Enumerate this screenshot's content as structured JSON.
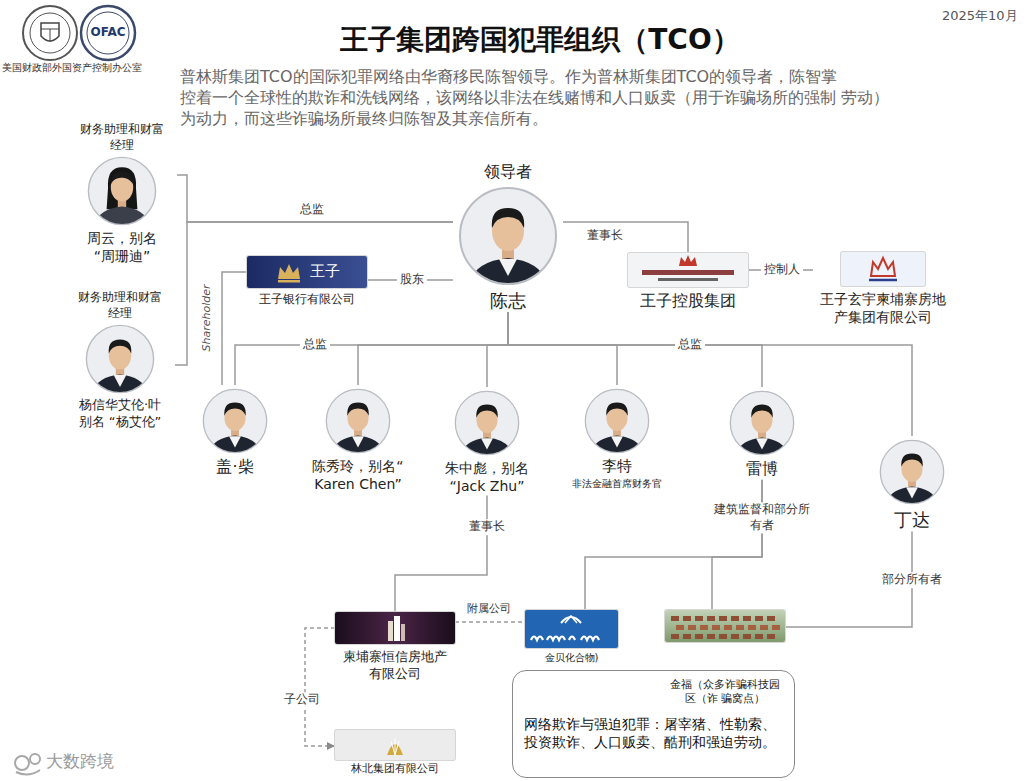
{
  "diagram": {
    "title": "王子集团跨国犯罪组织（TCO）",
    "caption": "普林斯集团TCO的国际犯罪网络由华裔移民陈智领导。作为普林斯集团TCO的领导者，陈智掌 控着一个全球性的欺诈和洗钱网络，该网络以非法在线赌博和人口贩卖（用于诈骗场所的强制 劳动）为动力，而这些诈骗场所最终归陈智及其亲信所有。",
    "nodes": [
      {
        "text": [
          "财务助理和财富 经理",
          "周云，别名 “周珊迪”"
        ]
      },
      {
        "text": [
          "领导者",
          "陈志"
        ]
      },
      {
        "text": [
          "王子",
          "王子银行有限公司"
        ]
      },
      {
        "text": [
          "王子控股集团"
        ]
      },
      {
        "text": [
          "王子玄宇柬埔寨房地 产集团有限公司"
        ]
      },
      {
        "text": [
          "财务助理和财富 经理",
          "杨信华艾伦·叶 别名 “杨艾伦”"
        ]
      },
      {
        "text": [
          "盖·柴"
        ]
      },
      {
        "text": [
          "陈秀玲，别名“ Karen Chen”"
        ]
      },
      {
        "text": [
          "朱中彪，别名 “Jack Zhu”"
        ]
      },
      {
        "text": [
          "李特",
          "非法金融首席财务官"
        ]
      },
      {
        "text": [
          "雷博"
        ]
      },
      {
        "text": [
          "丁达"
        ]
      },
      {
        "text": [
          "柬埔寨恒信房地产 有限公司"
        ]
      },
      {
        "text": [
          "金贝化合物)"
        ]
      },
      {
        "text": [
          "金福（众多诈骗科技园区（诈 骗窝点）"
        ]
      },
      {
        "text": [
          "网络欺诈与强迫犯罪：屠宰猪、性勒索、 投资欺诈、人口贩卖、酷刑和强迫劳动。"
        ]
      },
      {
        "text": [
          "林北集团有限公司"
        ]
      }
    ],
    "edges": [
      {
        "from": 0,
        "to": 1,
        "label": "总监",
        "arrow": "none"
      },
      {
        "from": 5,
        "to": 1,
        "arrow": "none"
      },
      {
        "from": 1,
        "to": 2,
        "label": "股东",
        "arrow": "none"
      },
      {
        "from": 6,
        "to": 2,
        "label": "Shareholder",
        "arrow": "none"
      },
      {
        "from": 1,
        "to": 3,
        "label": "董事长",
        "arrow": "none"
      },
      {
        "from": 3,
        "to": 4,
        "label": "控制人",
        "arrow": "none"
      },
      {
        "from": 1,
        "to": 6,
        "label": "总监",
        "arrow": "none"
      },
      {
        "from": 1,
        "to": 7,
        "arrow": "none"
      },
      {
        "from": 1,
        "to": 8,
        "arrow": "none"
      },
      {
        "from": 1,
        "to": 9,
        "arrow": "none"
      },
      {
        "from": 1,
        "to": 10,
        "arrow": "none"
      },
      {
        "from": 1,
        "to": 11,
        "label": "总监",
        "arrow": "none"
      },
      {
        "from": 8,
        "to": 12,
        "label": "董事长",
        "arrow": "none"
      },
      {
        "from": 12,
        "to": 13,
        "label": "附属公司",
        "arrow": "none"
      },
      {
        "from": 12,
        "to": 16,
        "label": "子公司",
        "arrow": "to"
      },
      {
        "from": 10,
        "to": 13,
        "label": "建筑监督和部分所 有者",
        "arrow": "none"
      },
      {
        "from": 10,
        "to": 14,
        "arrow": "none"
      },
      {
        "from": 11,
        "to": 14,
        "label": "部分所有者",
        "arrow": "none"
      }
    ],
    "labels": [
      "美国财政部外国资产控制办公室",
      "OFAC",
      "2025年10月",
      "大数跨境"
    ]
  }
}
